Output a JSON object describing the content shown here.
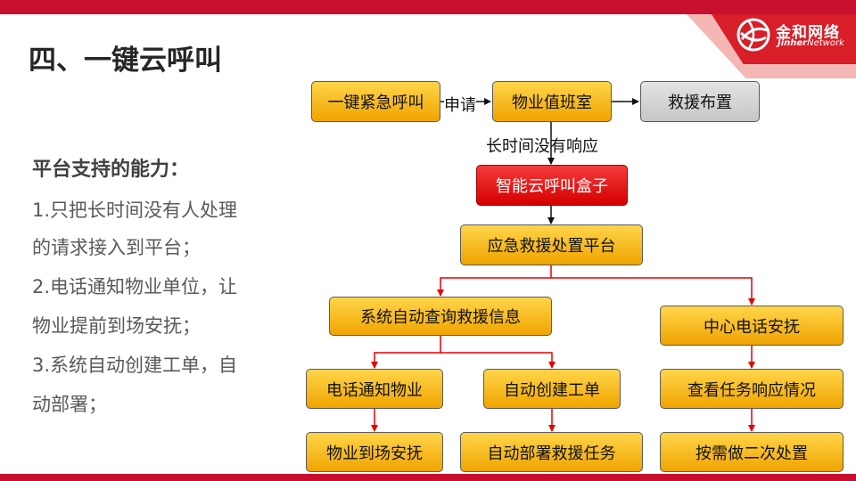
{
  "header": {
    "title": "四、一键云呼叫",
    "brand_cn": "金和网络",
    "brand_en_bold": "Jinher",
    "brand_en_light": "Network"
  },
  "left": {
    "heading": "平台支持的能力：",
    "lines": [
      "1.只把长时间没有人处理",
      "的请求接入到平台；",
      "2.电话通知物业单位，让",
      "物业提前到场安抚；",
      "3.系统自动创建工单，自",
      "动部署；"
    ]
  },
  "diagram": {
    "nodes": {
      "one_key": "一键紧急呼叫",
      "property_duty": "物业值班室",
      "rescue_setup": "救援布置",
      "smart_box": "智能云呼叫盒子",
      "platform": "应急救援处置平台",
      "auto_query": "系统自动查询救援信息",
      "center_call": "中心电话安抚",
      "phone_notify": "电话通知物业",
      "auto_ticket": "自动创建工单",
      "check_task": "查看任务响应情况",
      "property_arrive": "物业到场安抚",
      "auto_deploy": "自动部署救援任务",
      "second_handle": "按需做二次处置"
    },
    "labels": {
      "apply": "申请",
      "no_response": "长时间没有响应"
    },
    "colors": {
      "yellow": "#f5b800",
      "red": "#e60000",
      "gray": "#cfcfcf",
      "accent": "#c8102e"
    }
  }
}
